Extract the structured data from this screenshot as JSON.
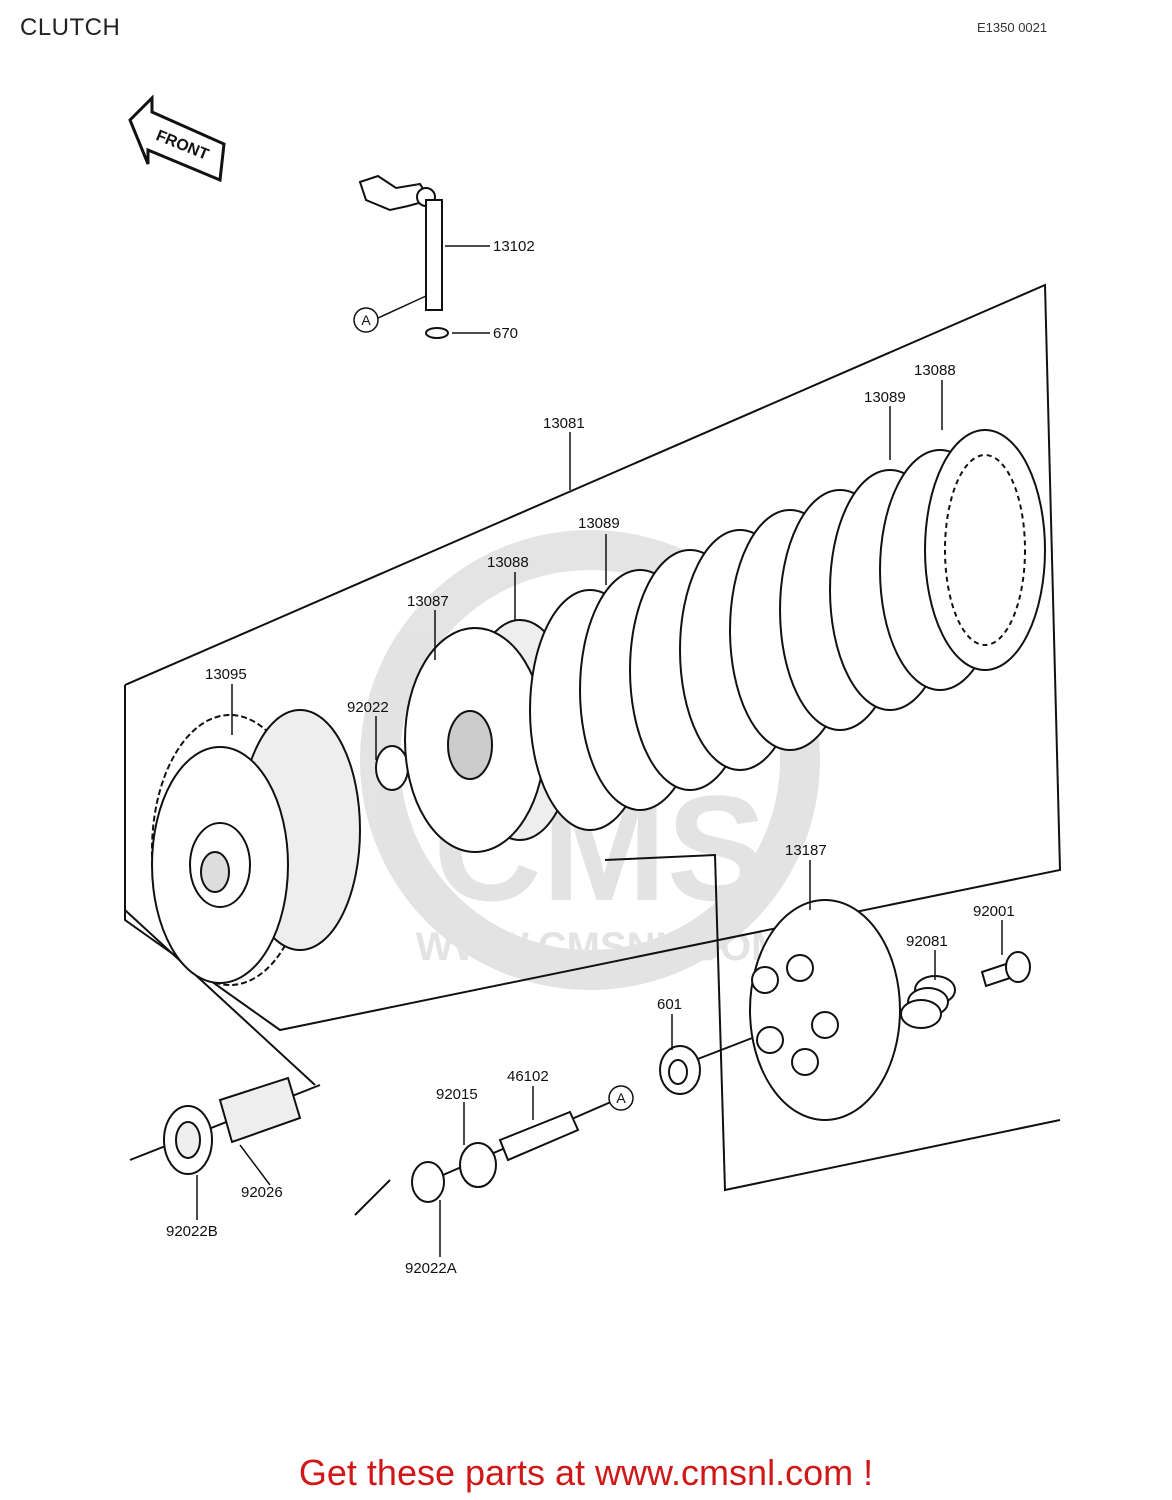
{
  "page": {
    "title": "CLUTCH",
    "figure_code": "E1350 0021"
  },
  "front_arrow": {
    "label": "FRONT",
    "icon": "front-arrow-icon"
  },
  "watermark": {
    "logo_text": "CMS",
    "url_text": "WWW.CMSNL.COM"
  },
  "parts": [
    {
      "id": "13102",
      "label": "13102"
    },
    {
      "id": "670",
      "label": "670"
    },
    {
      "id": "13081",
      "label": "13081"
    },
    {
      "id": "13088a",
      "label": "13088"
    },
    {
      "id": "13089a",
      "label": "13089"
    },
    {
      "id": "13089b",
      "label": "13089"
    },
    {
      "id": "13088b",
      "label": "13088"
    },
    {
      "id": "13087",
      "label": "13087"
    },
    {
      "id": "13095",
      "label": "13095"
    },
    {
      "id": "92022",
      "label": "92022"
    },
    {
      "id": "13187",
      "label": "13187"
    },
    {
      "id": "92001",
      "label": "92001"
    },
    {
      "id": "92081",
      "label": "92081"
    },
    {
      "id": "601",
      "label": "601"
    },
    {
      "id": "46102",
      "label": "46102"
    },
    {
      "id": "92015",
      "label": "92015"
    },
    {
      "id": "92026",
      "label": "92026"
    },
    {
      "id": "92022B",
      "label": "92022B"
    },
    {
      "id": "92022A",
      "label": "92022A"
    }
  ],
  "reference_marks": [
    {
      "label": "A"
    },
    {
      "label": "A"
    }
  ],
  "footer": {
    "text": "Get these parts at www.cmsnl.com !",
    "color": "#d01818"
  }
}
